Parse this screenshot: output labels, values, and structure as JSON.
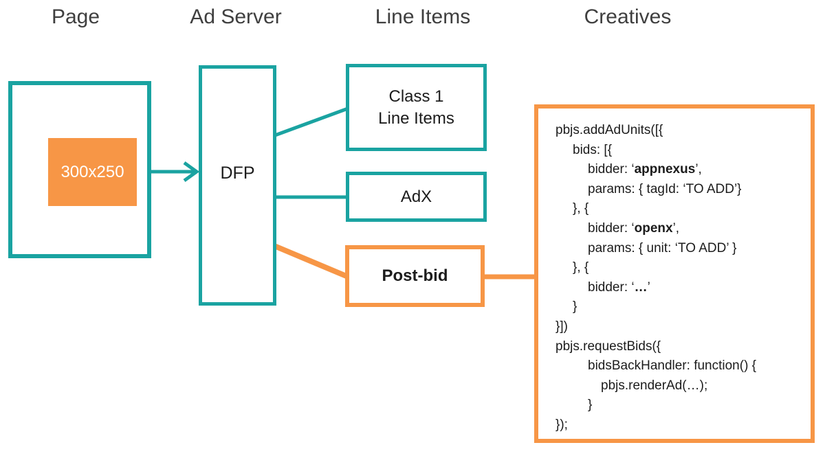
{
  "colors": {
    "teal": "#1AA3A1",
    "orange": "#F79646",
    "header_text": "#3F3F3F",
    "code_text": "#1C1C1C",
    "white": "#FFFFFF"
  },
  "headers": [
    {
      "label": "Page"
    },
    {
      "label": "Ad Server"
    },
    {
      "label": "Line Items"
    },
    {
      "label": "Creatives"
    }
  ],
  "page": {
    "ad_slot_label": "300x250"
  },
  "ad_server": {
    "label": "DFP"
  },
  "line_items": {
    "class1_line1": "Class 1",
    "class1_line2": "Line Items",
    "adx_label": "AdX",
    "postbid_label": "Post-bid"
  },
  "creatives": {
    "code_lines": [
      {
        "indent": 0,
        "segments": [
          {
            "text": "pbjs.addAdUnits([{",
            "bold": false
          }
        ]
      },
      {
        "indent": 25,
        "segments": [
          {
            "text": "bids: [{",
            "bold": false
          }
        ]
      },
      {
        "indent": 47,
        "segments": [
          {
            "text": "bidder: ‘",
            "bold": false
          },
          {
            "text": "appnexus",
            "bold": true
          },
          {
            "text": "’,",
            "bold": false
          }
        ]
      },
      {
        "indent": 47,
        "segments": [
          {
            "text": "params: { tagId: ‘TO ADD’}",
            "bold": false
          }
        ]
      },
      {
        "indent": 25,
        "segments": [
          {
            "text": "}, {",
            "bold": false
          }
        ]
      },
      {
        "indent": 47,
        "segments": [
          {
            "text": "bidder: ‘",
            "bold": false
          },
          {
            "text": "openx",
            "bold": true
          },
          {
            "text": "’,",
            "bold": false
          }
        ]
      },
      {
        "indent": 47,
        "segments": [
          {
            "text": "params: { unit: ‘TO ADD’ }",
            "bold": false
          }
        ]
      },
      {
        "indent": 25,
        "segments": [
          {
            "text": "}, {",
            "bold": false
          }
        ]
      },
      {
        "indent": 47,
        "segments": [
          {
            "text": "bidder: ‘",
            "bold": false
          },
          {
            "text": "…",
            "bold": true
          },
          {
            "text": "’",
            "bold": false
          }
        ]
      },
      {
        "indent": 25,
        "segments": [
          {
            "text": "}",
            "bold": false
          }
        ]
      },
      {
        "indent": 0,
        "segments": [
          {
            "text": "}])",
            "bold": false
          }
        ]
      },
      {
        "indent": 0,
        "segments": [
          {
            "text": "pbjs.requestBids({",
            "bold": false
          }
        ]
      },
      {
        "indent": 47,
        "segments": [
          {
            "text": "bidsBackHandler: function() {",
            "bold": false
          }
        ]
      },
      {
        "indent": 66,
        "segments": [
          {
            "text": "pbjs.renderAd(…);",
            "bold": false
          }
        ]
      },
      {
        "indent": 47,
        "segments": [
          {
            "text": "}",
            "bold": false
          }
        ]
      },
      {
        "indent": 0,
        "segments": [
          {
            "text": "});",
            "bold": false
          }
        ]
      }
    ]
  }
}
